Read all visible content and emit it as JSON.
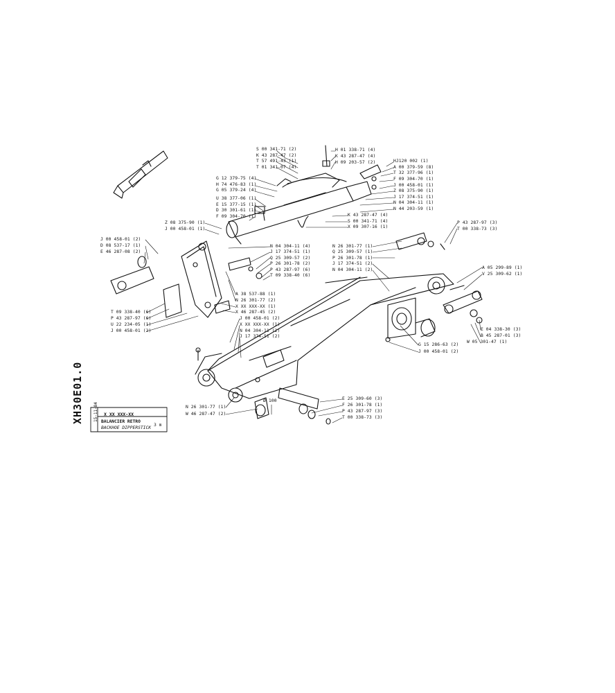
{
  "title_block": {
    "side_code": "XH30E01.0",
    "side_date": "15-11-84",
    "ref_code": "X XX XXX-XX",
    "name_fr": "BALANCIER RETRO",
    "name_en": "BACKHOE DIPPERSTICK",
    "size": "3 m"
  },
  "dimension_note": "Ø 100",
  "callouts": [
    {
      "id": "c1",
      "text": "S 00 341-71 (2)"
    },
    {
      "id": "c2",
      "text": "K 43 287-47 (2)"
    },
    {
      "id": "c3",
      "text": "T 57 491-43 (1)"
    },
    {
      "id": "c4",
      "text": "T 01 341-07 (4)"
    },
    {
      "id": "c5",
      "text": "H 01 338-71 (4)"
    },
    {
      "id": "c6",
      "text": "K 43 287-47 (4)"
    },
    {
      "id": "c7",
      "text": "H 09 203-57 (2)"
    },
    {
      "id": "c8",
      "text": "HJ120 002 (1)"
    },
    {
      "id": "c9",
      "text": "A 00 379-59 (8)"
    },
    {
      "id": "c10",
      "text": "T 32 377-96 (1)"
    },
    {
      "id": "c11",
      "text": "F 09 304-70 (1)"
    },
    {
      "id": "c12",
      "text": "J 00 458-01 (1)"
    },
    {
      "id": "c13",
      "text": "Z 08 375-90 (1)"
    },
    {
      "id": "c14",
      "text": "J 17 374-51 (1)"
    },
    {
      "id": "c15",
      "text": "N 04 304-11 (1)"
    },
    {
      "id": "c16",
      "text": "N 44 203-59 (1)"
    },
    {
      "id": "c17",
      "text": "G 12 379-75 (4)"
    },
    {
      "id": "c18",
      "text": "H 74 476-83 (1)"
    },
    {
      "id": "c19",
      "text": "G 05 379-24 (4)"
    },
    {
      "id": "c20",
      "text": "U 38 377-06 (1)"
    },
    {
      "id": "c21",
      "text": "E 15 377-15 (1)"
    },
    {
      "id": "c22",
      "text": "D 30 301-61 (1)"
    },
    {
      "id": "c23",
      "text": "F 09 304-70 (1)"
    },
    {
      "id": "c24",
      "text": "Z 08 375-90 (1)"
    },
    {
      "id": "c25",
      "text": "J 00 458-01 (1)"
    },
    {
      "id": "c26",
      "text": "K 43 287-47 (4)"
    },
    {
      "id": "c27",
      "text": "S 00 341-71 (4)"
    },
    {
      "id": "c28",
      "text": "X 09 307-16 (1)"
    },
    {
      "id": "c29",
      "text": "P 43 287-97 (3)"
    },
    {
      "id": "c30",
      "text": "T 00 338-73 (3)"
    },
    {
      "id": "c31",
      "text": "J 00 458-01 (2)"
    },
    {
      "id": "c32",
      "text": "D 08 537-17 (1)"
    },
    {
      "id": "c33",
      "text": "E 46 287-08 (2)"
    },
    {
      "id": "c34",
      "text": "N 04 304-11 (4)"
    },
    {
      "id": "c35",
      "text": "J 17 374-51 (1)"
    },
    {
      "id": "c36",
      "text": "Q 25 309-57 (2)"
    },
    {
      "id": "c37",
      "text": "P 26 301-78 (2)"
    },
    {
      "id": "c38",
      "text": "P 43 287-97 (6)"
    },
    {
      "id": "c39",
      "text": "T 09 338-40 (6)"
    },
    {
      "id": "c40",
      "text": "N 26 301-77 (1)"
    },
    {
      "id": "c41",
      "text": "Q 25 309-57 (1)"
    },
    {
      "id": "c42",
      "text": "P 26 301-78 (1)"
    },
    {
      "id": "c43",
      "text": "J 17 374-51 (2)"
    },
    {
      "id": "c44",
      "text": "N 04 304-11 (2)"
    },
    {
      "id": "c45",
      "text": "A 05 299-89 (1)"
    },
    {
      "id": "c46",
      "text": "V 25 309-62 (1)"
    },
    {
      "id": "c47",
      "text": "A 38 537-88 (1)"
    },
    {
      "id": "c48",
      "text": "N 26 301-77 (2)"
    },
    {
      "id": "c49",
      "text": "X XX XXX-XX (1)"
    },
    {
      "id": "c50",
      "text": "X 46 287-45 (2)"
    },
    {
      "id": "c51",
      "text": "T 09 338-40 (6)"
    },
    {
      "id": "c52",
      "text": "P 43 287-97 (6)"
    },
    {
      "id": "c53",
      "text": "U 22 234-05 (1)"
    },
    {
      "id": "c54",
      "text": "J 00 458-01 (2)"
    },
    {
      "id": "c55",
      "text": "J 00 458-01 (2)"
    },
    {
      "id": "c56",
      "text": "X XX XXX-XX (1)"
    },
    {
      "id": "c57",
      "text": "N 04 304-11 (2)"
    },
    {
      "id": "c58",
      "text": "J 17 374-51 (2)"
    },
    {
      "id": "c59",
      "text": "E 04 338-30 (3)"
    },
    {
      "id": "c60",
      "text": "B 45 287-01 (3)"
    },
    {
      "id": "c61",
      "text": "W 05 301-47 (1)"
    },
    {
      "id": "c62",
      "text": "G 15 286-63 (2)"
    },
    {
      "id": "c63",
      "text": "J 00 458-01 (2)"
    },
    {
      "id": "c64",
      "text": "N 26 301-77 (1)"
    },
    {
      "id": "c65",
      "text": "W 46 287-47 (2)"
    },
    {
      "id": "c66",
      "text": "E 25 309-60 (3)"
    },
    {
      "id": "c67",
      "text": "F 26 301-78 (1)"
    },
    {
      "id": "c68",
      "text": "P 43 287-97 (3)"
    },
    {
      "id": "c69",
      "text": "T 00 338-73 (3)"
    }
  ]
}
